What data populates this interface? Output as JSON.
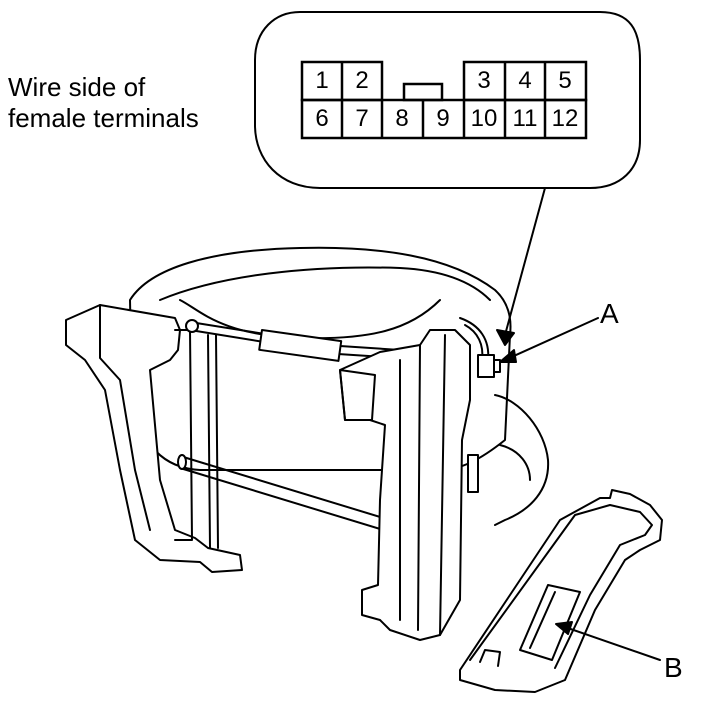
{
  "caption": {
    "line1": "Wire side of",
    "line2": "female terminals"
  },
  "connector": {
    "pins_top": [
      "1",
      "2",
      "",
      "",
      "3",
      "4",
      "5"
    ],
    "pins_bottom": [
      "6",
      "7",
      "8",
      "9",
      "10",
      "11",
      "12"
    ]
  },
  "callouts": {
    "a": "A",
    "b": "B"
  },
  "colors": {
    "line": "#000000",
    "fill": "#ffffff",
    "shade": "#d9d9d9"
  }
}
